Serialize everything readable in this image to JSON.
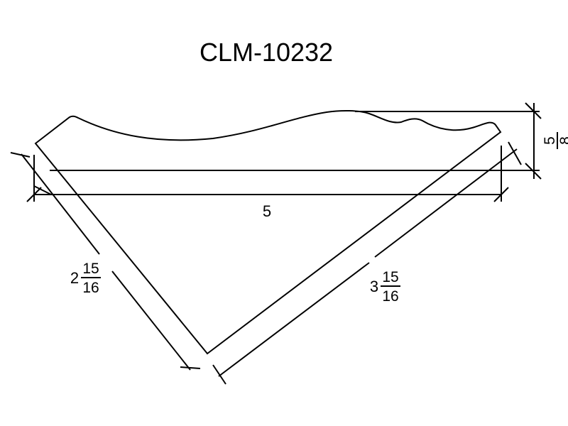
{
  "part_number": "CLM-10232",
  "dimensions": {
    "thickness": {
      "numerator": "5",
      "denominator": "8"
    },
    "width": "5",
    "left_face": {
      "whole": "2",
      "numerator": "15",
      "denominator": "16"
    },
    "right_face": {
      "whole": "3",
      "numerator": "15",
      "denominator": "16"
    }
  },
  "colors": {
    "line": "#000000",
    "background": "#ffffff"
  }
}
